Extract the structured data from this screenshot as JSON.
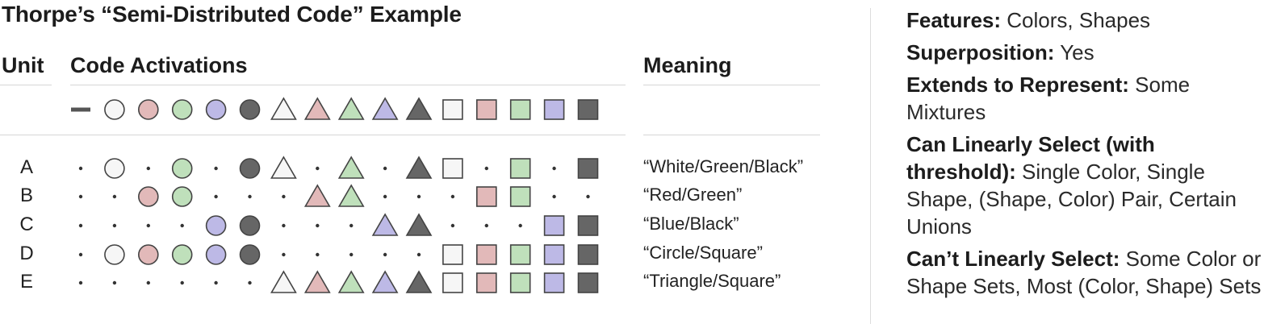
{
  "title": "Thorpe’s “Semi-Distributed Code” Example",
  "headers": {
    "unit": "Unit",
    "activations": "Code Activations",
    "meaning": "Meaning"
  },
  "colors": {
    "white": "#f6f6f6",
    "red": "#e2b9b9",
    "green": "#bfe0bb",
    "blue": "#bdb9e6",
    "black": "#666666",
    "stroke": "#444444",
    "rule": "#d6d6d6"
  },
  "legend_symbols": [
    {
      "kind": "bar"
    },
    {
      "kind": "circle",
      "color": "white"
    },
    {
      "kind": "circle",
      "color": "red"
    },
    {
      "kind": "circle",
      "color": "green"
    },
    {
      "kind": "circle",
      "color": "blue"
    },
    {
      "kind": "circle",
      "color": "black"
    },
    {
      "kind": "triangle",
      "color": "white"
    },
    {
      "kind": "triangle",
      "color": "red"
    },
    {
      "kind": "triangle",
      "color": "green"
    },
    {
      "kind": "triangle",
      "color": "blue"
    },
    {
      "kind": "triangle",
      "color": "black"
    },
    {
      "kind": "square",
      "color": "white"
    },
    {
      "kind": "square",
      "color": "red"
    },
    {
      "kind": "square",
      "color": "green"
    },
    {
      "kind": "square",
      "color": "blue"
    },
    {
      "kind": "square",
      "color": "black"
    }
  ],
  "units": [
    {
      "label": "A",
      "meaning": "“White/Green/Black”",
      "activations": [
        0,
        1,
        0,
        1,
        0,
        1,
        1,
        0,
        1,
        0,
        1,
        1,
        0,
        1,
        0,
        1
      ]
    },
    {
      "label": "B",
      "meaning": "“Red/Green”",
      "activations": [
        0,
        0,
        1,
        1,
        0,
        0,
        0,
        1,
        1,
        0,
        0,
        0,
        1,
        1,
        0,
        0
      ]
    },
    {
      "label": "C",
      "meaning": "“Blue/Black”",
      "activations": [
        0,
        0,
        0,
        0,
        1,
        1,
        0,
        0,
        0,
        1,
        1,
        0,
        0,
        0,
        1,
        1
      ]
    },
    {
      "label": "D",
      "meaning": "“Circle/Square”",
      "activations": [
        0,
        1,
        1,
        1,
        1,
        1,
        0,
        0,
        0,
        0,
        0,
        1,
        1,
        1,
        1,
        1
      ]
    },
    {
      "label": "E",
      "meaning": "“Triangle/Square”",
      "activations": [
        0,
        0,
        0,
        0,
        0,
        0,
        1,
        1,
        1,
        1,
        1,
        1,
        1,
        1,
        1,
        1
      ]
    }
  ],
  "side_panel": [
    {
      "label": "Features:",
      "text": " Colors, Shapes"
    },
    {
      "label": "Superposition:",
      "text": " Yes"
    },
    {
      "label": "Extends to Represent:",
      "text": " Some Mixtures"
    },
    {
      "label": "Can Linearly Select (with threshold):",
      "text": " Single Color, Single Shape, (Shape, Color) Pair, Certain Unions"
    },
    {
      "label": "Can’t Linearly Select:",
      "text": " Some Color or Shape Sets, Most (Color, Shape) Sets"
    }
  ]
}
